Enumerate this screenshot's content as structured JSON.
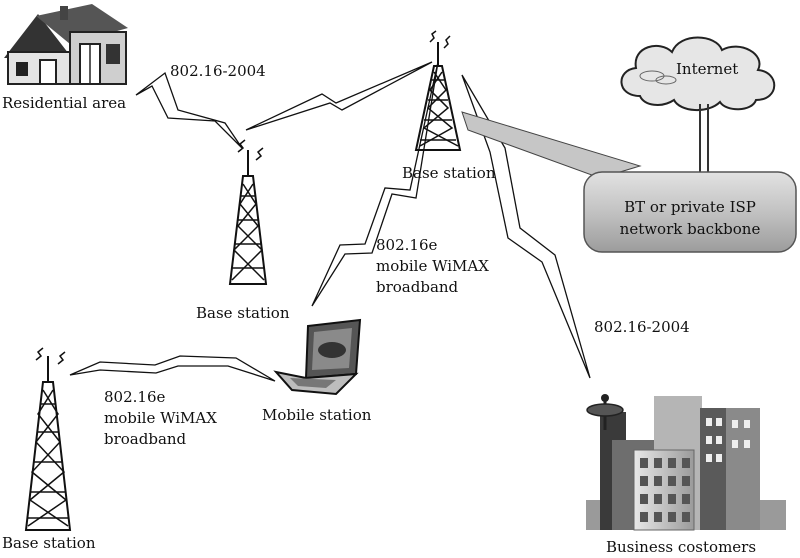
{
  "labels": {
    "residential_area": "Residential area",
    "link_res_top": "802.16-2004",
    "base_station_top": "Base station",
    "base_station_mid": "Base station",
    "base_station_left": "Base station",
    "mobile_station": "Mobile station",
    "link_mid_line1": "802.16e",
    "link_mid_line2": "mobile WiMAX",
    "link_mid_line3": "broadband",
    "link_left_line1": "802.16e",
    "link_left_line2": "mobile WiMAX",
    "link_left_line3": "broadband",
    "link_business": "802.16-2004",
    "internet": "Internet",
    "backbone_line1": "BT or private ISP",
    "backbone_line2": "network backbone",
    "business_customers": "Business costomers"
  },
  "colors": {
    "line": "#111111",
    "cloud_fill": "#e6e6e6",
    "backbone_fill": "#c4c4c4",
    "building_dark": "#3a3a3a",
    "building_mid": "#8c8c8c",
    "building_light": "#d8d8d8"
  }
}
